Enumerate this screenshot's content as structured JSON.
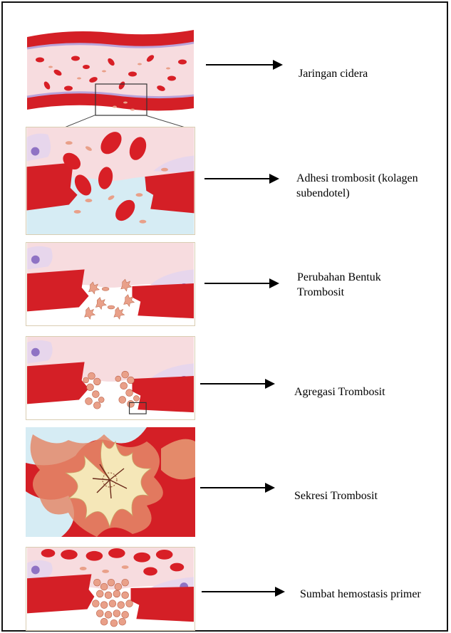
{
  "steps": [
    {
      "id": "step-1",
      "label_lines": [
        "Jaringan cidera"
      ]
    },
    {
      "id": "step-2",
      "label_lines": [
        "Adhesi trombosit (kolagen",
        "subendotel)"
      ]
    },
    {
      "id": "step-3",
      "label_lines": [
        "Perubahan Bentuk",
        "Trombosit"
      ]
    },
    {
      "id": "step-4",
      "label_lines": [
        "Agregasi Trombosit"
      ]
    },
    {
      "id": "step-5",
      "label_lines": [
        "Sekresi Trombosit"
      ]
    },
    {
      "id": "step-6",
      "label_lines": [
        "Sumbat hemostasis primer"
      ]
    }
  ],
  "colors": {
    "vessel_wall": "#d41f26",
    "plasma": "#f7dcdf",
    "subendothelium": "#d6ecf4",
    "endothelial_cell": "#e7d6ec",
    "nucleus": "#8f73c4",
    "red_cell": "#d81f26",
    "platelet": "#e9a089",
    "activated_platelet": "#f5e7b8",
    "arrow": "#000000"
  }
}
